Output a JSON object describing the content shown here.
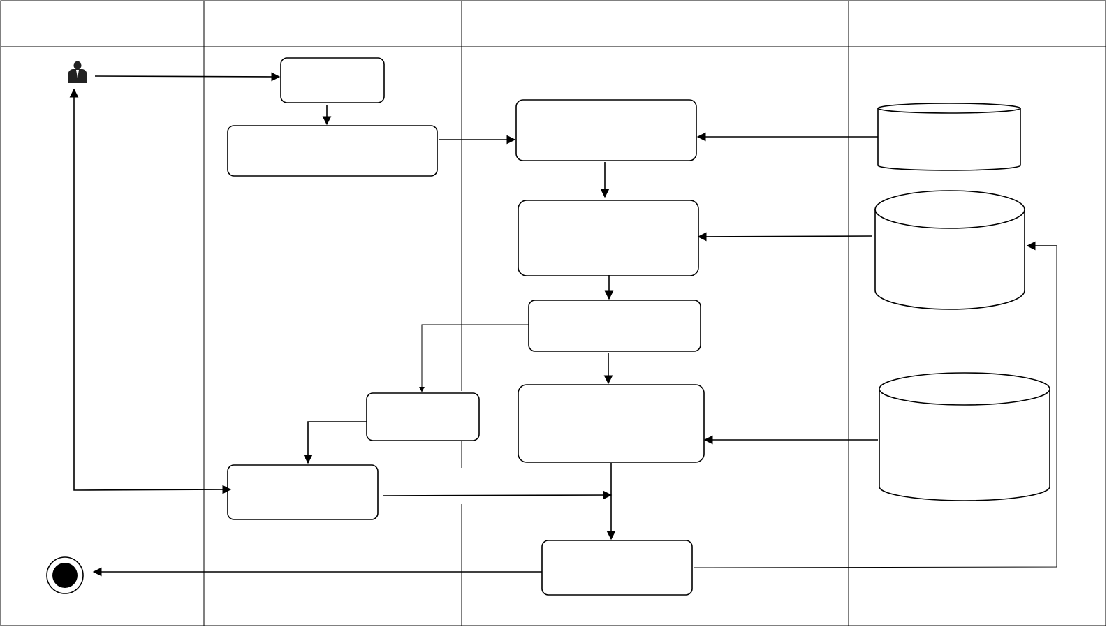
{
  "diagram": {
    "type": "uml-activity-swimlane",
    "lanes": [
      {
        "id": "lane-1",
        "title": ""
      },
      {
        "id": "lane-2",
        "title": ""
      },
      {
        "id": "lane-3",
        "title": ""
      },
      {
        "id": "lane-4",
        "title": ""
      }
    ],
    "nodes": [
      {
        "id": "actor",
        "kind": "actor",
        "label": "",
        "icon": "user-icon"
      },
      {
        "id": "n1",
        "kind": "activity",
        "label": ""
      },
      {
        "id": "n2",
        "kind": "activity",
        "label": ""
      },
      {
        "id": "n3",
        "kind": "activity",
        "label": ""
      },
      {
        "id": "n4",
        "kind": "activity",
        "label": ""
      },
      {
        "id": "n5",
        "kind": "activity",
        "label": ""
      },
      {
        "id": "n6",
        "kind": "activity",
        "label": ""
      },
      {
        "id": "n7",
        "kind": "activity",
        "label": ""
      },
      {
        "id": "n8",
        "kind": "activity",
        "label": ""
      },
      {
        "id": "n9",
        "kind": "activity",
        "label": ""
      },
      {
        "id": "db1",
        "kind": "datastore",
        "label": ""
      },
      {
        "id": "db2",
        "kind": "datastore",
        "label": ""
      },
      {
        "id": "db3",
        "kind": "datastore",
        "label": ""
      },
      {
        "id": "end",
        "kind": "final",
        "label": "",
        "icon": "final-node-icon"
      }
    ],
    "edges": [
      {
        "from": "actor",
        "to": "n1"
      },
      {
        "from": "n1",
        "to": "n2"
      },
      {
        "from": "n2",
        "to": "n3"
      },
      {
        "from": "db1",
        "to": "n3"
      },
      {
        "from": "n3",
        "to": "n4"
      },
      {
        "from": "db2",
        "to": "n4"
      },
      {
        "from": "n4",
        "to": "n5"
      },
      {
        "from": "n5",
        "to": "n6"
      },
      {
        "from": "n5",
        "to": "n7"
      },
      {
        "from": "db3",
        "to": "n6"
      },
      {
        "from": "n7",
        "to": "n8"
      },
      {
        "from": "n8",
        "to": "actor"
      },
      {
        "from": "n8",
        "to": "n9"
      },
      {
        "from": "n6",
        "to": "n9"
      },
      {
        "from": "n9",
        "to": "end"
      },
      {
        "from": "n9",
        "to": "db2"
      }
    ],
    "colors": {
      "stroke": "#000000",
      "fill": "#ffffff",
      "final_fill": "#000000"
    }
  }
}
